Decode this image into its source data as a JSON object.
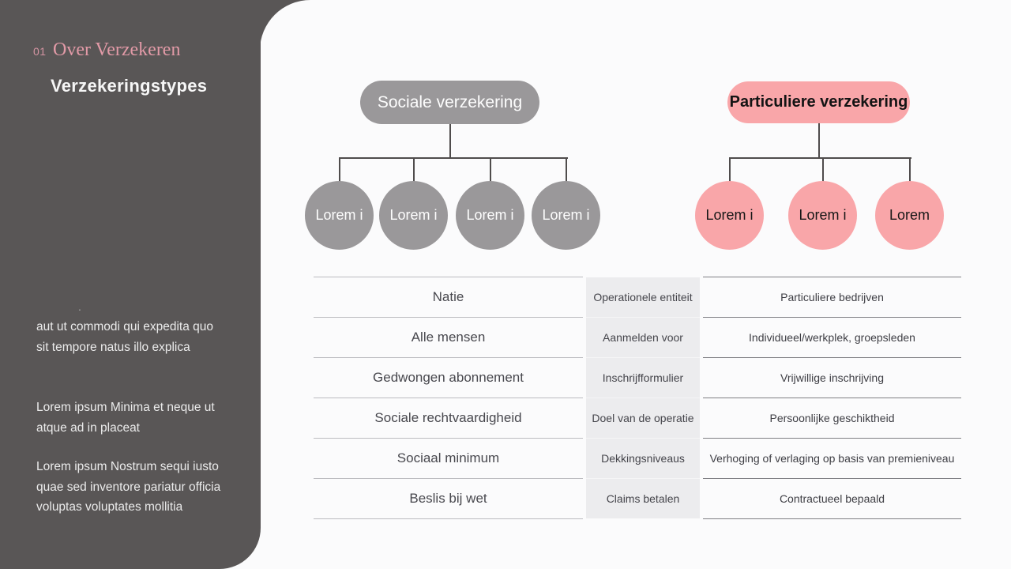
{
  "sidebar": {
    "section_number": "01",
    "section_title": "Over Verzekeren",
    "page_title": "Verzekeringstypes",
    "stray_mark": ".",
    "paragraphs": [
      "aut ut commodi qui expedita quo sit tempore natus illo explica",
      "Lorem ipsum Minima et neque ut atque ad in placeat",
      "Lorem ipsum Nostrum sequi iusto quae sed inventore pariatur officia voluptas voluptates mollitia"
    ]
  },
  "diagram": {
    "social": {
      "root_label": "Sociale verzekering",
      "children": [
        "Lorem i",
        "Lorem i",
        "Lorem i",
        "Lorem i"
      ]
    },
    "private": {
      "root_label": "Particuliere verzekering",
      "children": [
        "Lorem i",
        "Lorem i",
        "Lorem"
      ]
    }
  },
  "comparison_table": {
    "rows": [
      {
        "social": "Natie",
        "attribute": "Operationele entiteit",
        "private": "Particuliere bedrijven"
      },
      {
        "social": "Alle mensen",
        "attribute": "Aanmelden voor",
        "private": "Individueel/werkplek, groepsleden"
      },
      {
        "social": "Gedwongen abonnement",
        "attribute": "Inschrijfformulier",
        "private": "Vrijwillige inschrijving"
      },
      {
        "social": "Sociale rechtvaardigheid",
        "attribute": "Doel van de operatie",
        "private": "Persoonlijke geschiktheid"
      },
      {
        "social": "Sociaal minimum",
        "attribute": "Dekkingsniveaus",
        "private": "Verhoging of verlaging op basis van premieniveau"
      },
      {
        "social": "Beslis bij wet",
        "attribute": "Claims betalen",
        "private": "Contractueel bepaald"
      }
    ]
  },
  "colors": {
    "sidebar_bg": "#595656",
    "accent_pink": "#f9a6a9",
    "accent_pink_text": "#e29aa7",
    "node_gray": "#9a989a",
    "connector": "#4f4c4c",
    "table_attr_bg": "#ececee",
    "panel_bg": "#fbfbfc"
  }
}
